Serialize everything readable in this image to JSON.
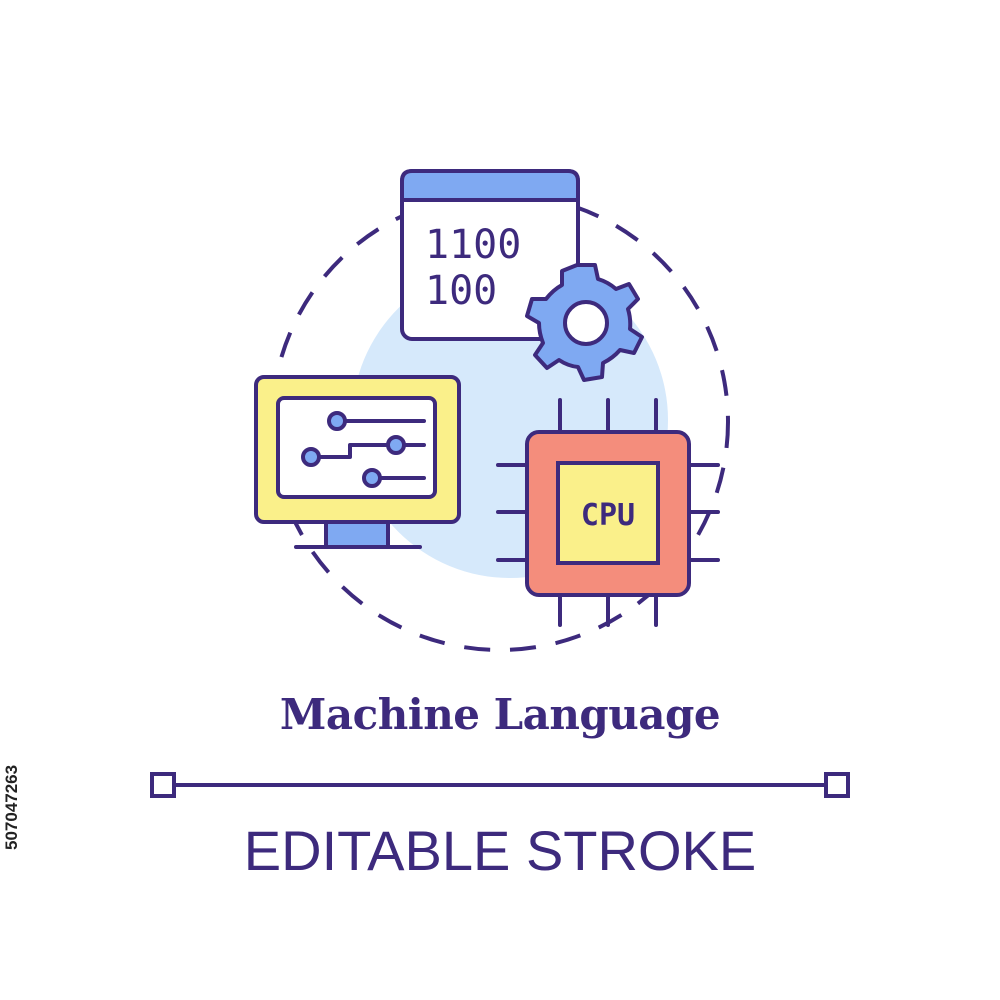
{
  "title": "Machine Language",
  "subtitle": "EDITABLE STROKE",
  "side_id": "507047263",
  "binary_line_1": "1100",
  "binary_line_2": "100",
  "cpu_label": "CPU",
  "colors": {
    "stroke": "#3d2a7d",
    "blue": "#7fa9f2",
    "light_blue": "#d6e9fb",
    "yellow": "#faf08a",
    "salmon": "#f48d7c",
    "white": "#ffffff"
  },
  "icons": [
    "binary-code-window-icon",
    "gear-icon",
    "computer-monitor-icon",
    "circuit-icon",
    "cpu-chip-icon"
  ]
}
